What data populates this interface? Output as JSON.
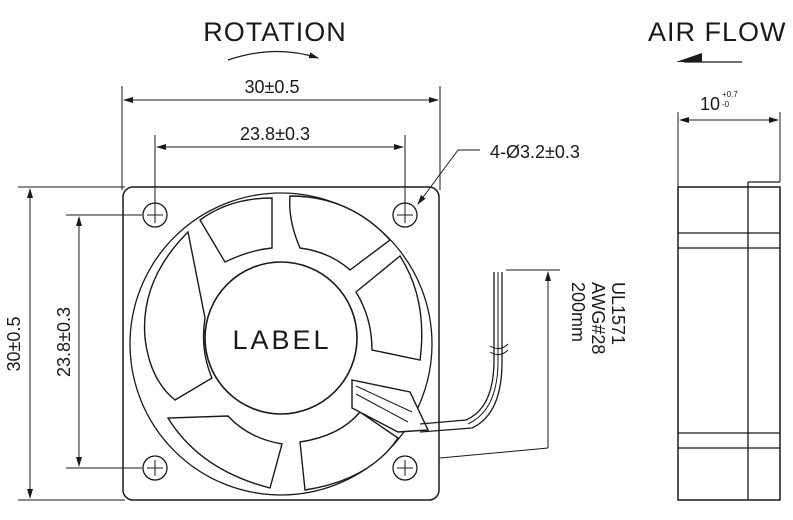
{
  "title_rotation": "ROTATION",
  "title_airflow": "AIR FLOW",
  "dims": {
    "outer_width": "30±0.5",
    "hole_spacing_h": "23.8±0.3",
    "holes": "4-Ø3.2±0.3",
    "outer_height": "30±0.5",
    "hole_spacing_v": "23.8±0.3",
    "depth": "10",
    "depth_tol_plus": "+0.7",
    "depth_tol_minus": "-0"
  },
  "hub_label": "LABEL",
  "wire_spec": {
    "line1": "UL1571",
    "line2": "AWG#28",
    "line3": "200mm"
  }
}
